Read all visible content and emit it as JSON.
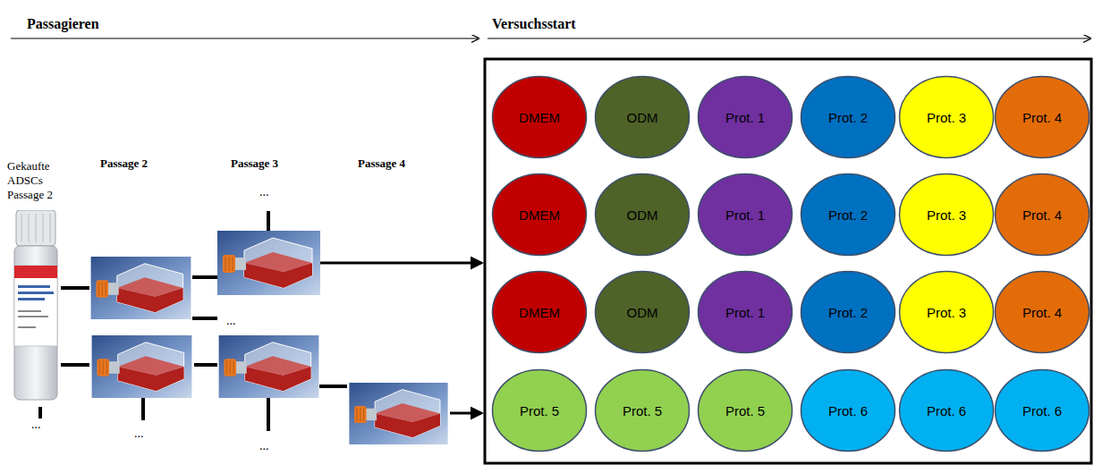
{
  "diagram": {
    "nodes": [
      {
        "text": [
          "DMEM"
        ]
      },
      {
        "text": [
          "ODM"
        ]
      },
      {
        "text": [
          "Prot. 1"
        ]
      },
      {
        "text": [
          "Prot. 2"
        ]
      },
      {
        "text": [
          "Prot. 3"
        ]
      },
      {
        "text": [
          "Prot. 4"
        ]
      },
      {
        "text": [
          "DMEM"
        ]
      },
      {
        "text": [
          "ODM"
        ]
      },
      {
        "text": [
          "Prot. 1"
        ]
      },
      {
        "text": [
          "Prot. 2"
        ]
      },
      {
        "text": [
          "Prot. 3"
        ]
      },
      {
        "text": [
          "Prot. 4"
        ]
      },
      {
        "text": [
          "DMEM"
        ]
      },
      {
        "text": [
          "ODM"
        ]
      },
      {
        "text": [
          "Prot. 1"
        ]
      },
      {
        "text": [
          "Prot. 2"
        ]
      },
      {
        "text": [
          "Prot. 3"
        ]
      },
      {
        "text": [
          "Prot. 4"
        ]
      },
      {
        "text": [
          "Prot. 5"
        ]
      },
      {
        "text": [
          "Prot. 5"
        ]
      },
      {
        "text": [
          "Prot. 5"
        ]
      },
      {
        "text": [
          "Prot. 6"
        ]
      },
      {
        "text": [
          "Prot. 6"
        ]
      },
      {
        "text": [
          "Prot. 6"
        ]
      }
    ],
    "labels": [
      "Passagieren",
      "Versuchsstart",
      "Gekaufte ADSCs Passage 2",
      "Passage 2",
      "Passage 3",
      "Passage 4",
      "...",
      "...",
      "...",
      "...",
      "..."
    ]
  }
}
